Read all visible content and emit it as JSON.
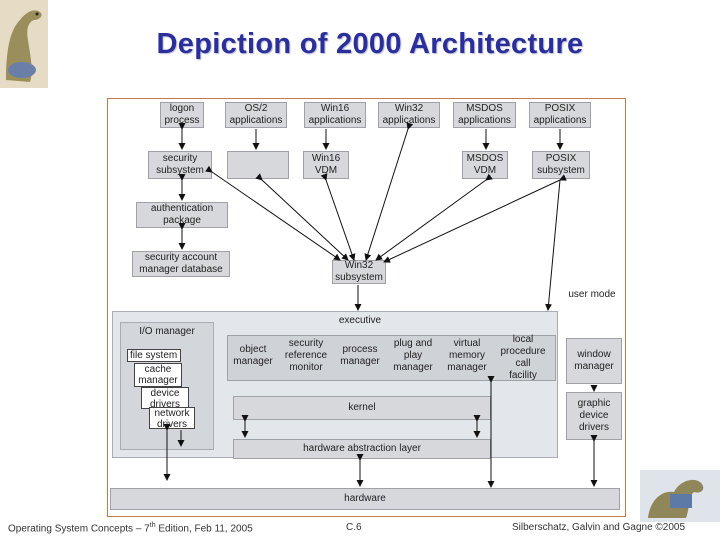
{
  "title": "Depiction of 2000 Architecture",
  "top_row": [
    {
      "id": "logon",
      "label": "logon\nprocess"
    },
    {
      "id": "os2",
      "label": "OS/2\napplications"
    },
    {
      "id": "win16",
      "label": "Win16\napplications"
    },
    {
      "id": "win32",
      "label": "Win32\napplications"
    },
    {
      "id": "msdos",
      "label": "MSDOS\napplications"
    },
    {
      "id": "posix",
      "label": "POSIX\napplications"
    }
  ],
  "second_row": [
    {
      "id": "security",
      "label": "security\nsubsystem"
    },
    {
      "id": "os2sub",
      "label": ""
    },
    {
      "id": "win16vdm",
      "label": "Win16\nVDM"
    },
    {
      "id": "msdosvdm",
      "label": "MSDOS\nVDM"
    },
    {
      "id": "posixsub",
      "label": "POSIX\nsubsystem"
    }
  ],
  "auth_package": "authentication\npackage",
  "sam_database": "security account\nmanager database",
  "win32_subsystem": "Win32\nsubsystem",
  "user_mode": "user mode",
  "executive": "executive",
  "io_manager": "I/O manager",
  "io_stack": [
    "file system",
    "cache\nmanager",
    "device\ndrivers",
    "network\ndrivers"
  ],
  "exec_components": [
    {
      "id": "object",
      "label": "object\nmanager"
    },
    {
      "id": "srm",
      "label": "security\nreference\nmonitor"
    },
    {
      "id": "process",
      "label": "process\nmanager"
    },
    {
      "id": "pnp",
      "label": "plug and\nplay\nmanager"
    },
    {
      "id": "vmm",
      "label": "virtual\nmemory\nmanager"
    },
    {
      "id": "lpc",
      "label": "local\nprocedure\ncall\nfacility"
    }
  ],
  "window_manager": "window\nmanager",
  "graphic_drivers": "graphic\ndevice\ndrivers",
  "kernel": "kernel",
  "hal": "hardware abstraction layer",
  "hardware": "hardware",
  "footer": {
    "left": "Operating System Concepts – 7",
    "left_sup": "th",
    "left_rest": " Edition, Feb 11, 2005",
    "center": "C.6",
    "right": "Silberschatz, Galvin and Gagne ©2005"
  },
  "colors": {
    "title": "#2a2f9a",
    "frame": "#c47a4a",
    "box": "#d6d8dc",
    "panel": "#e3e6ea"
  }
}
